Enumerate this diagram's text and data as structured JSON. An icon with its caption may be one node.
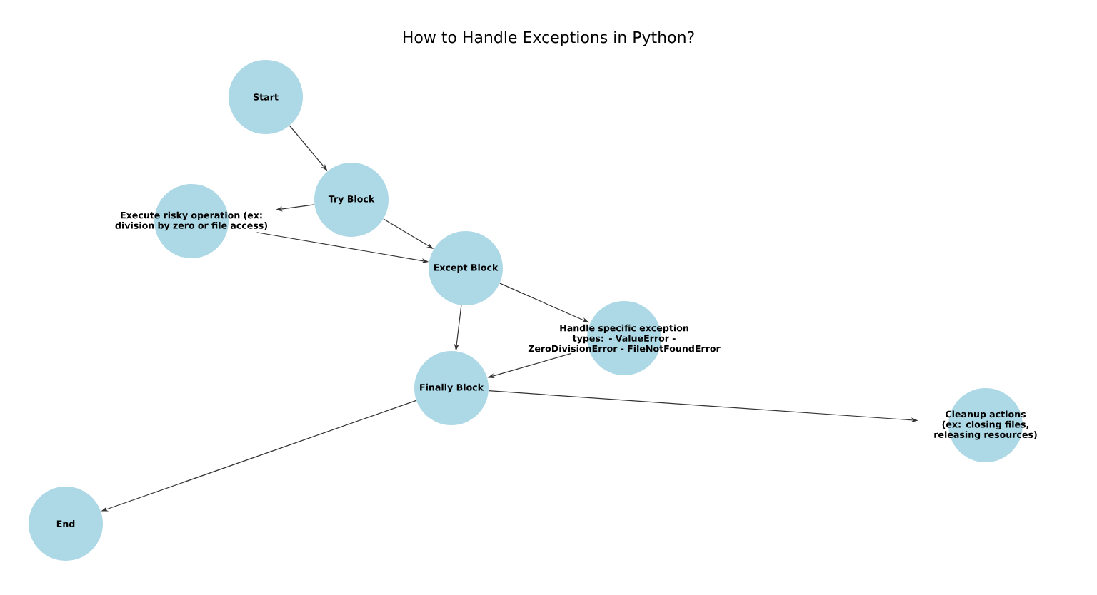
{
  "diagram": {
    "title": "How to Handle Exceptions in Python?",
    "nodes": [
      {
        "text": [
          "Start"
        ]
      },
      {
        "text": [
          "Try Block"
        ]
      },
      {
        "text": [
          "Execute risky operation (ex: division by zero or file access)"
        ]
      },
      {
        "text": [
          "Except Block"
        ]
      },
      {
        "text": [
          "Handle specific exception types: - ValueError - ZeroDivisionError - FileNotFoundError"
        ]
      },
      {
        "text": [
          "Finally Block"
        ]
      },
      {
        "text": [
          "Cleanup actions (ex: closing files, releasing resources)"
        ]
      },
      {
        "text": [
          "End"
        ]
      }
    ],
    "edges": [
      {
        "from": 0,
        "to": 1,
        "arrow": "to"
      },
      {
        "from": 1,
        "to": 2,
        "arrow": "to"
      },
      {
        "from": 1,
        "to": 3,
        "arrow": "to"
      },
      {
        "from": 2,
        "to": 3,
        "arrow": "to"
      },
      {
        "from": 3,
        "to": 5,
        "arrow": "to"
      },
      {
        "from": 3,
        "to": 4,
        "arrow": "to"
      },
      {
        "from": 4,
        "to": 5,
        "arrow": "to"
      },
      {
        "from": 5,
        "to": 6,
        "arrow": "to"
      },
      {
        "from": 5,
        "to": 7,
        "arrow": "to"
      }
    ]
  }
}
